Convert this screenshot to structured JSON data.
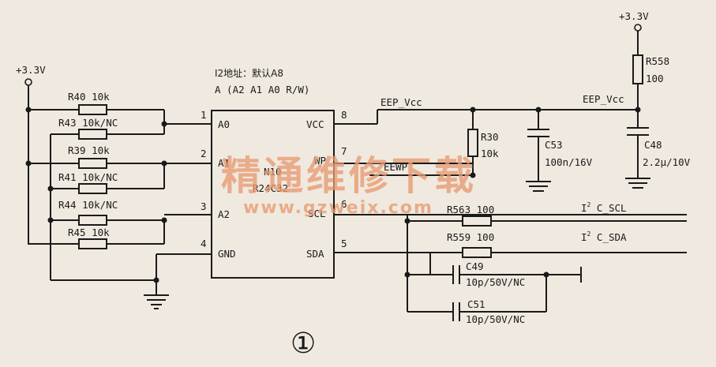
{
  "supplies": {
    "left": "+3.3V",
    "right": "+3.3V"
  },
  "header": {
    "i2c_address": "I2地址：默认A8",
    "address_bits": "A (A2 A1 A0 R/W)"
  },
  "resistors_left": [
    {
      "ref": "R40",
      "value": "10k"
    },
    {
      "ref": "R43",
      "value": "10k/NC"
    },
    {
      "ref": "R39",
      "value": "10k"
    },
    {
      "ref": "R41",
      "value": "10k/NC"
    },
    {
      "ref": "R44",
      "value": "10k/NC"
    },
    {
      "ref": "R45",
      "value": "10k"
    }
  ],
  "ic": {
    "ref": "N10",
    "part": "R24C32",
    "left_pins": [
      {
        "num": "1",
        "name": "A0"
      },
      {
        "num": "2",
        "name": "A1"
      },
      {
        "num": "3",
        "name": "A2"
      },
      {
        "num": "4",
        "name": "GND"
      }
    ],
    "right_pins": [
      {
        "num": "8",
        "name": "VCC"
      },
      {
        "num": "7",
        "name": "WP"
      },
      {
        "num": "6",
        "name": "SCL"
      },
      {
        "num": "5",
        "name": "SDA"
      }
    ]
  },
  "nets": {
    "eep_vcc_1": "EEP_Vcc",
    "eep_vcc_2": "EEP_Vcc",
    "eewp": "EEWP",
    "i2c_scl_sup": "2",
    "i2c_scl_rest": "C_SCL",
    "i2c_sda_sup": "2",
    "i2c_sda_rest": "C_SDA"
  },
  "components_right": {
    "r30": {
      "ref": "R30",
      "value": "10k"
    },
    "c53": {
      "ref": "C53",
      "value": "100n/16V"
    },
    "r558": {
      "ref": "R558",
      "value": "100"
    },
    "c48": {
      "ref": "C48",
      "value": "2.2μ/10V"
    },
    "r563": {
      "ref": "R563",
      "value": "100"
    },
    "r559": {
      "ref": "R559",
      "value": "100"
    },
    "c49": {
      "ref": "C49",
      "value": "10p/50V/NC"
    },
    "c51": {
      "ref": "C51",
      "value": "10p/50V/NC"
    }
  },
  "figure_number": "①",
  "watermark": {
    "title": "精通维修下载",
    "url": "www.gzweix.com"
  }
}
